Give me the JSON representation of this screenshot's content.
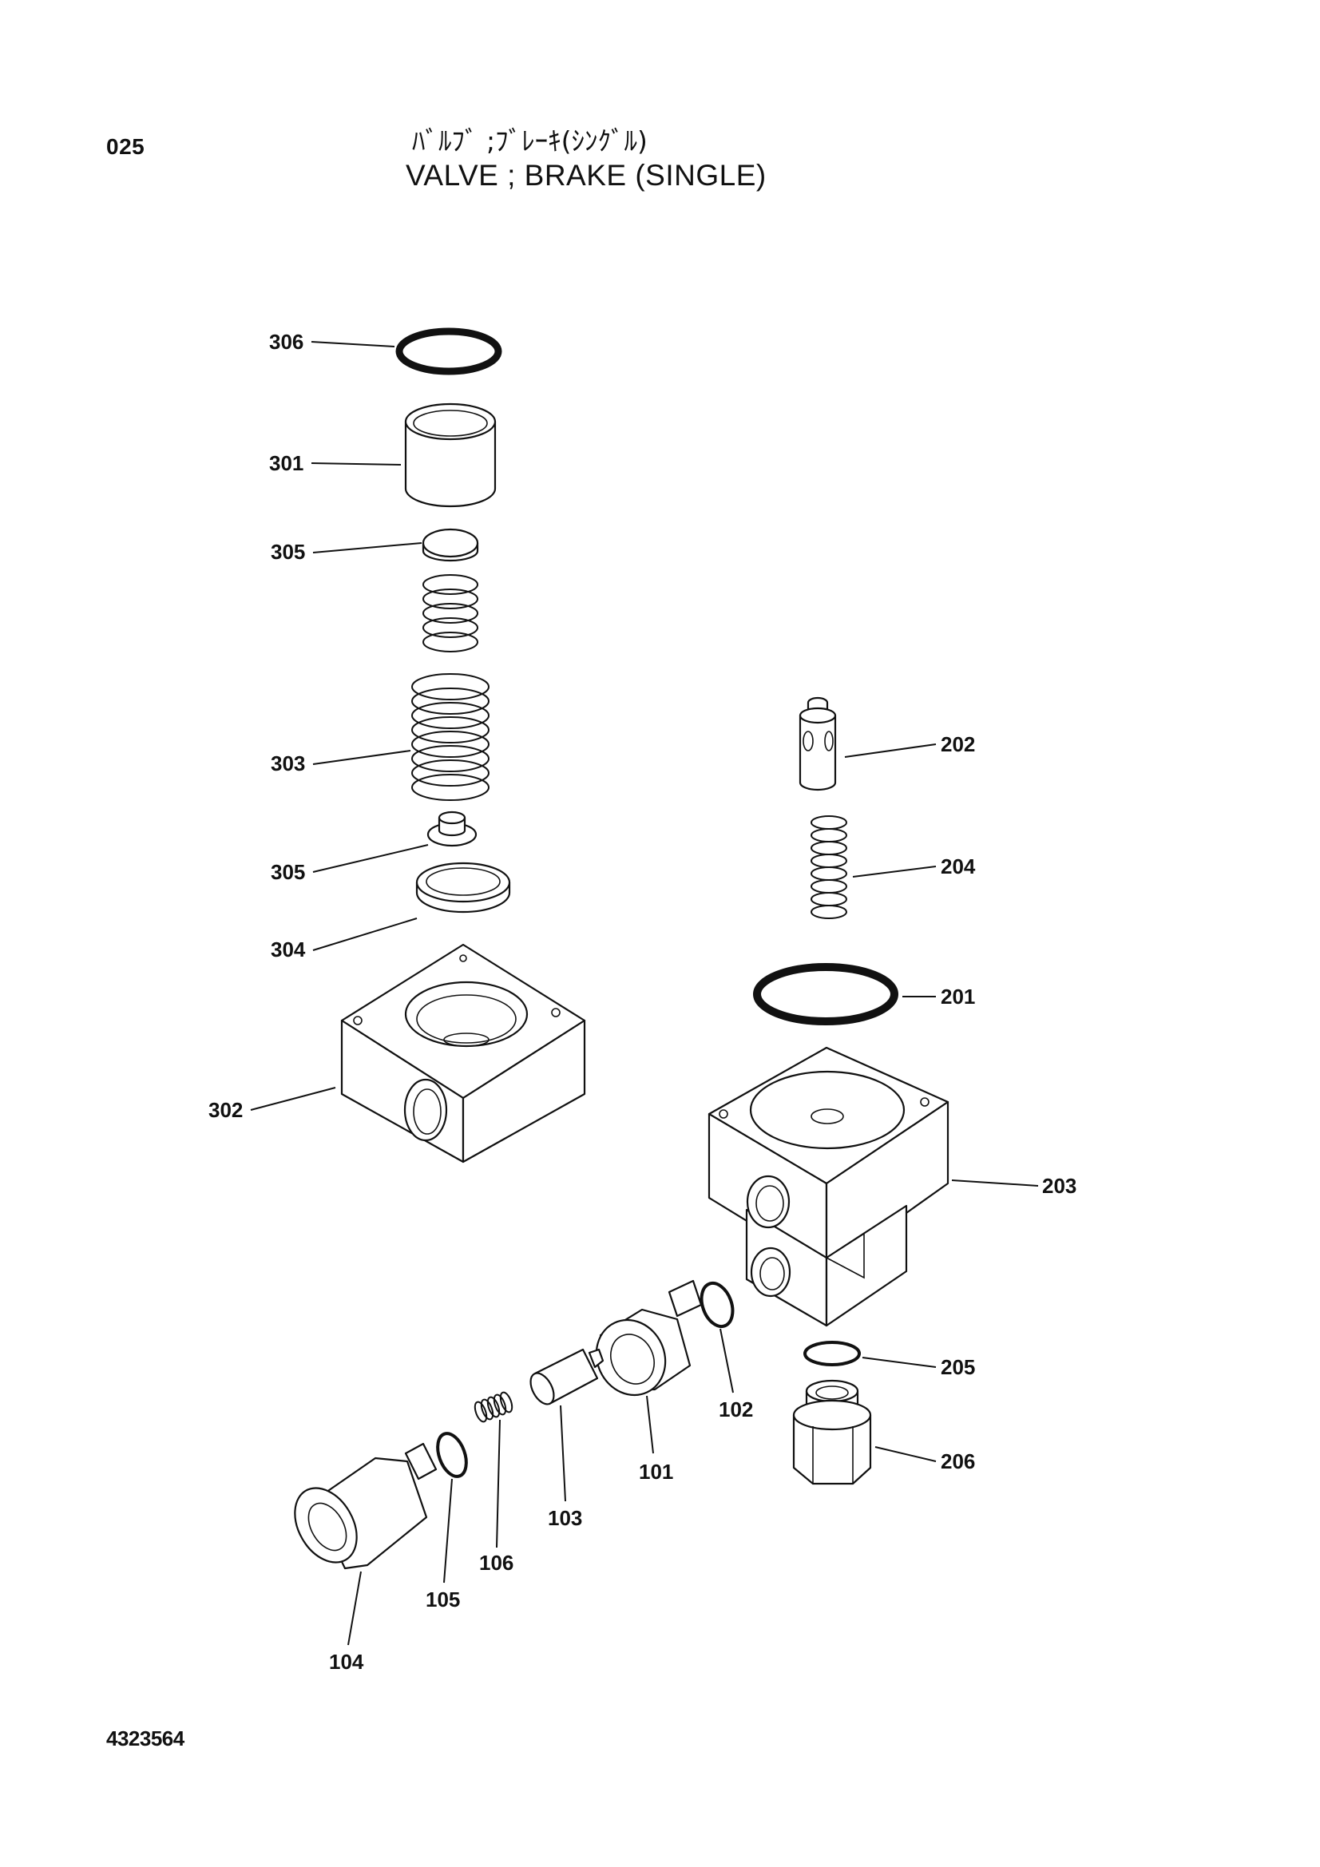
{
  "header": {
    "page_number": "025",
    "title_jp": "ﾊﾞﾙﾌﾞ ;ﾌﾞﾚｰｷ(ｼﾝｸﾞﾙ)",
    "title_en": "VALVE ; BRAKE (SINGLE)"
  },
  "footer": {
    "doc_code": "4323564"
  },
  "callouts": {
    "c306": "306",
    "c301": "301",
    "c305a": "305",
    "c303": "303",
    "c305b": "305",
    "c304": "304",
    "c302": "302",
    "c202": "202",
    "c204": "204",
    "c201": "201",
    "c203": "203",
    "c205": "205",
    "c206": "206",
    "c102": "102",
    "c101": "101",
    "c103": "103",
    "c106": "106",
    "c105": "105",
    "c104": "104"
  }
}
